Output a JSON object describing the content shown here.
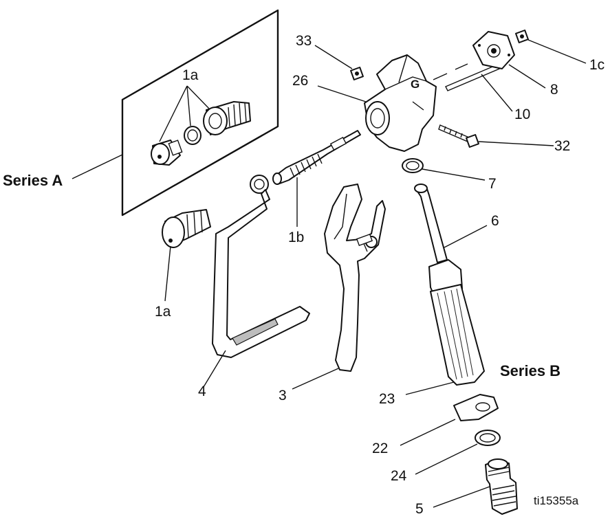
{
  "figure_id": "ti15355a",
  "series": {
    "a_label": "Series A",
    "b_label": "Series B"
  },
  "callouts": {
    "c1a_top": "1a",
    "c1a_bottom": "1a",
    "c1b": "1b",
    "c1c": "1c",
    "c3": "3",
    "c4": "4",
    "c5": "5",
    "c6": "6",
    "c7": "7",
    "c8": "8",
    "c10": "10",
    "c22": "22",
    "c23": "23",
    "c24": "24",
    "c26": "26",
    "c32": "32",
    "c33": "33"
  },
  "brand_mark": "G"
}
